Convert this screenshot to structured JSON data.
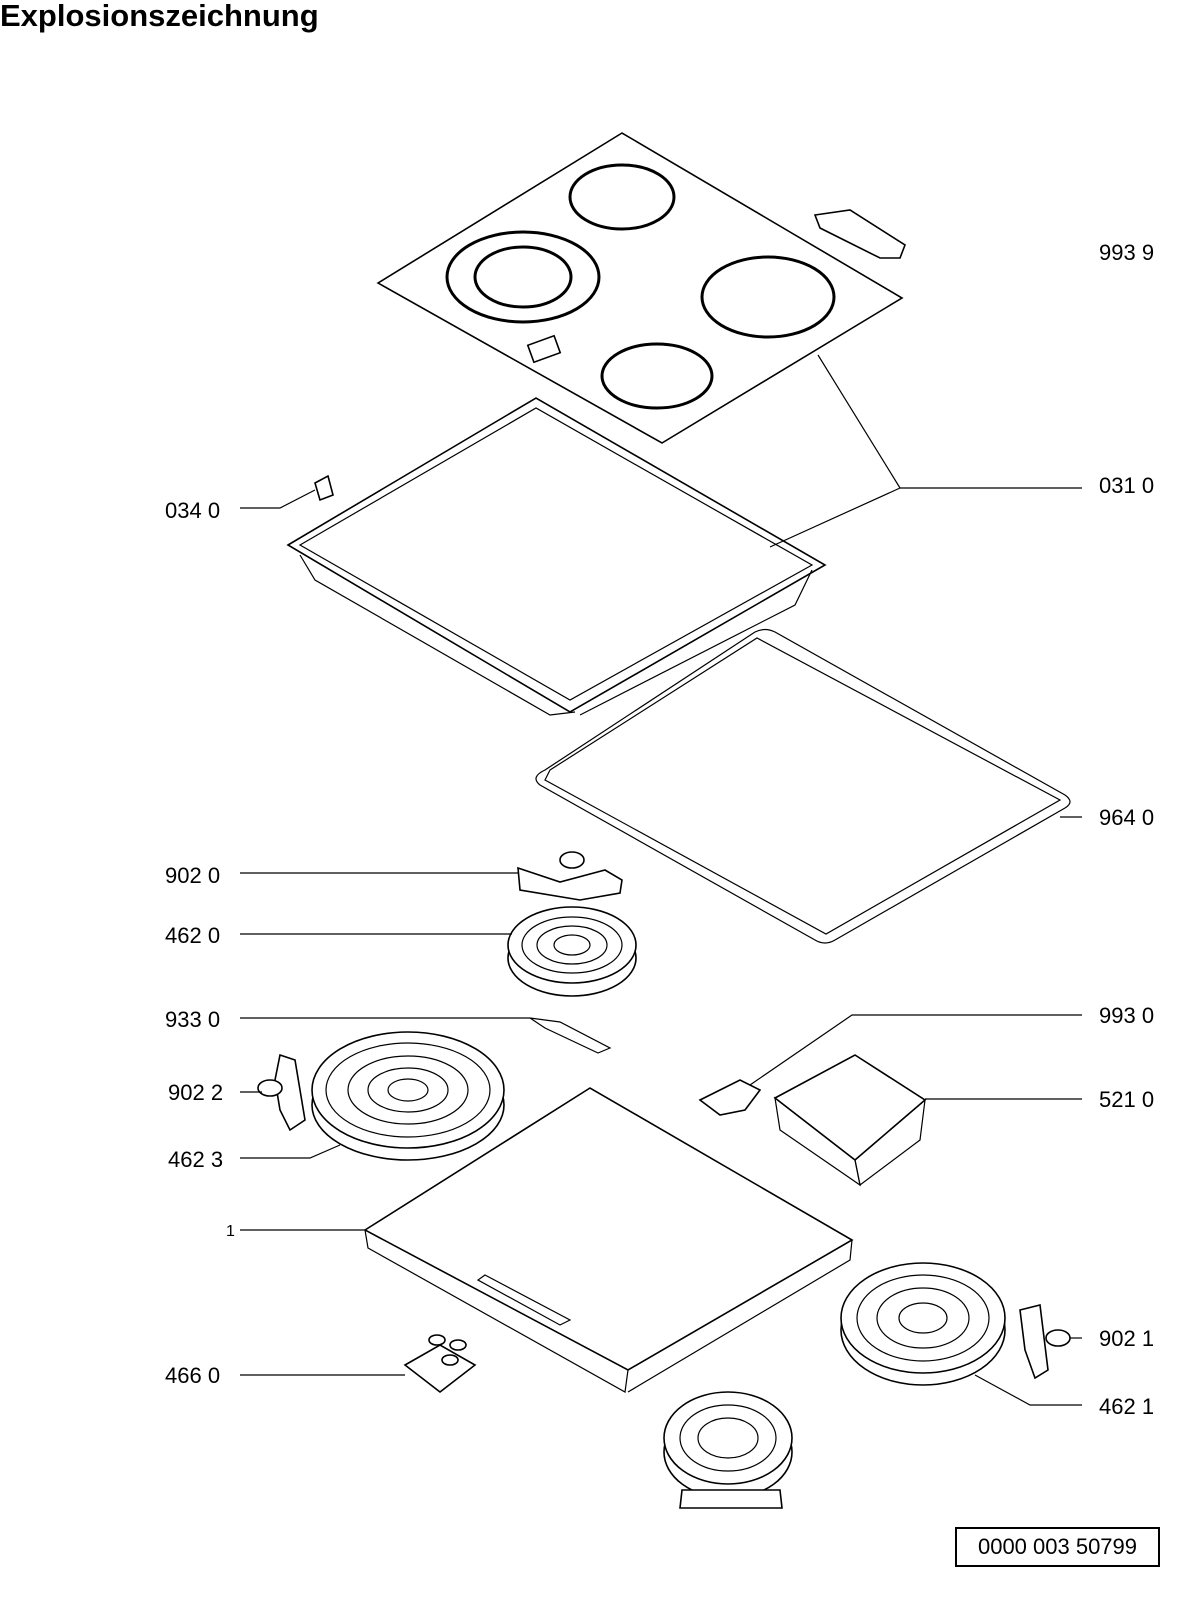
{
  "title": "Explosionszeichnung",
  "labels": {
    "p9939": "993 9",
    "p0310": "031 0",
    "p0340": "034 0",
    "p9640": "964 0",
    "p9020": "902 0",
    "p4620": "462 0",
    "p9330": "933 0",
    "p9930": "993 0",
    "p9022": "902 2",
    "p5210": "521 0",
    "p4623": "462 3",
    "p1": "1",
    "p9021": "902 1",
    "p4660": "466 0",
    "p4621": "462 1"
  },
  "document_number": "0000 003 50799"
}
